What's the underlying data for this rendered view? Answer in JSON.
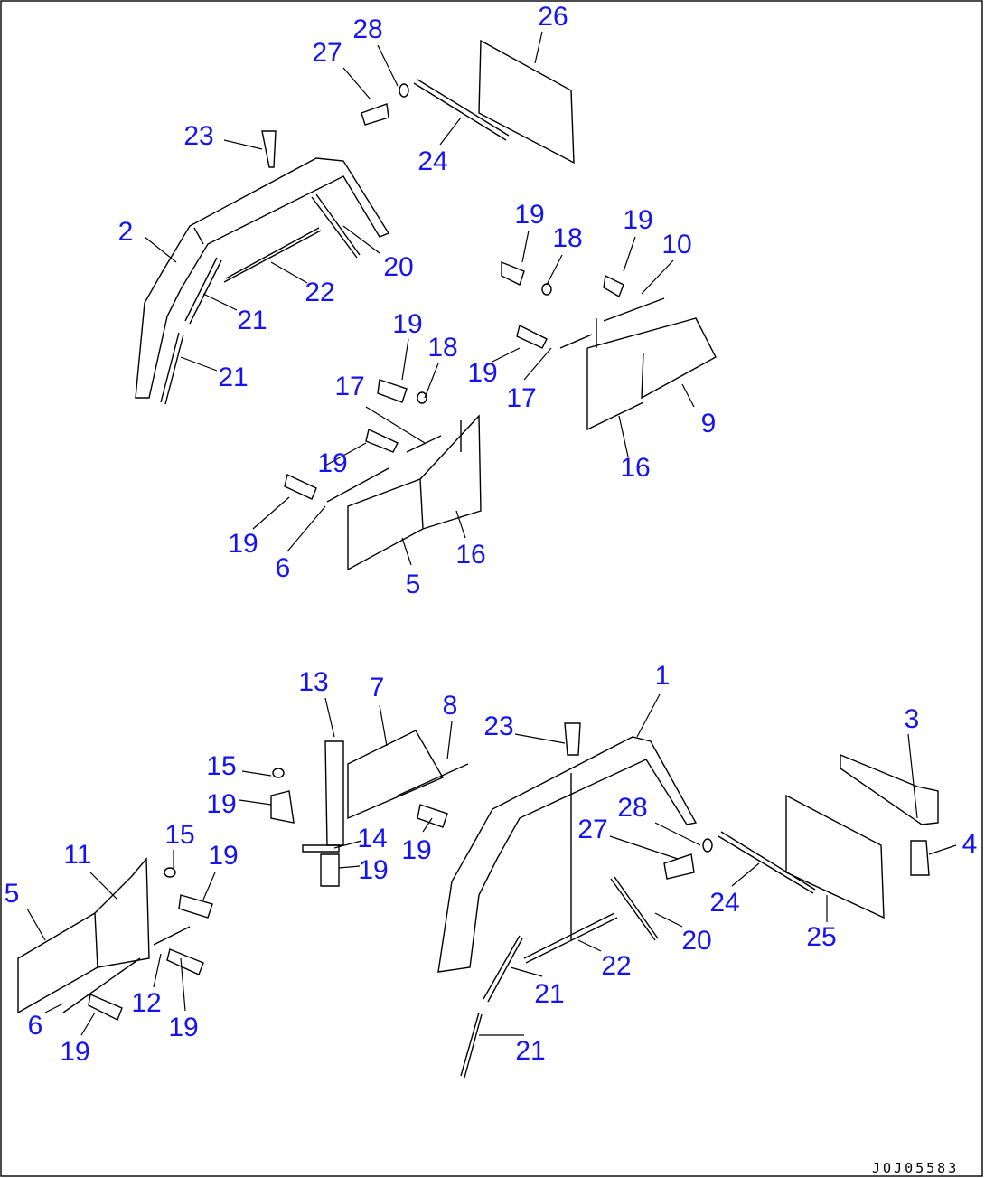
{
  "diagram_code": "JOJ05583",
  "callouts": [
    "26",
    "28",
    "27",
    "23",
    "24",
    "2",
    "20",
    "22",
    "21",
    "21",
    "19",
    "18",
    "19",
    "10",
    "19",
    "18",
    "19",
    "17",
    "9",
    "17",
    "16",
    "19",
    "19",
    "6",
    "16",
    "5",
    "13",
    "7",
    "8",
    "1",
    "23",
    "3",
    "15",
    "19",
    "28",
    "27",
    "14",
    "19",
    "4",
    "19",
    "15",
    "11",
    "19",
    "5",
    "24",
    "25",
    "20",
    "22",
    "21",
    "12",
    "19",
    "6",
    "21",
    "19"
  ]
}
